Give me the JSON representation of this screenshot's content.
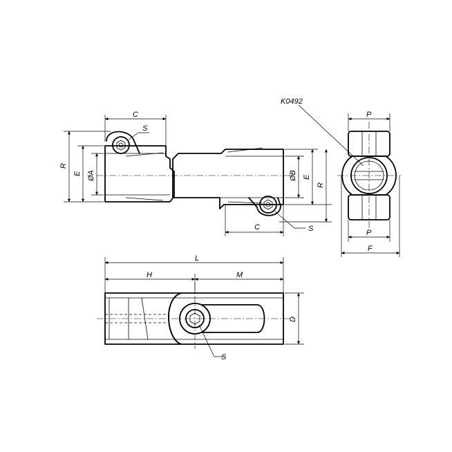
{
  "drawing": {
    "article_code": "K0492",
    "labels": {
      "C": "C",
      "S": "S",
      "R": "R",
      "E": "E",
      "A": "ØA",
      "B": "ØB",
      "P": "P",
      "F": "F",
      "L": "L",
      "H": "H",
      "M": "M",
      "D": "D"
    }
  }
}
